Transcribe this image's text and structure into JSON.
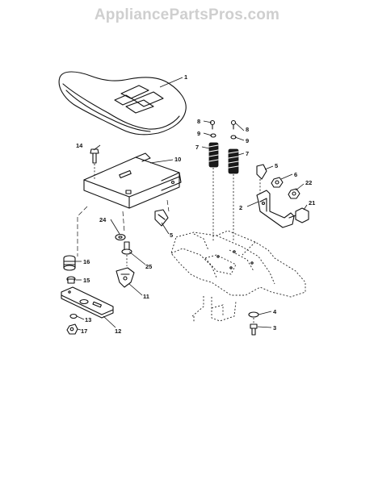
{
  "watermark": "AppliancePartsPros.com",
  "callouts": {
    "c1": "1",
    "c2": "2",
    "c3": "3",
    "c4": "4",
    "c5a": "5",
    "c5b": "5",
    "c6": "6",
    "c7a": "7",
    "c7b": "7",
    "c8a": "8",
    "c8b": "8",
    "c9a": "9",
    "c9b": "9",
    "c10": "10",
    "c11": "11",
    "c12": "12",
    "c13": "13",
    "c14": "14",
    "c15": "15",
    "c16": "16",
    "c17": "17",
    "c21": "21",
    "c22": "22",
    "c24": "24",
    "c25": "25"
  }
}
